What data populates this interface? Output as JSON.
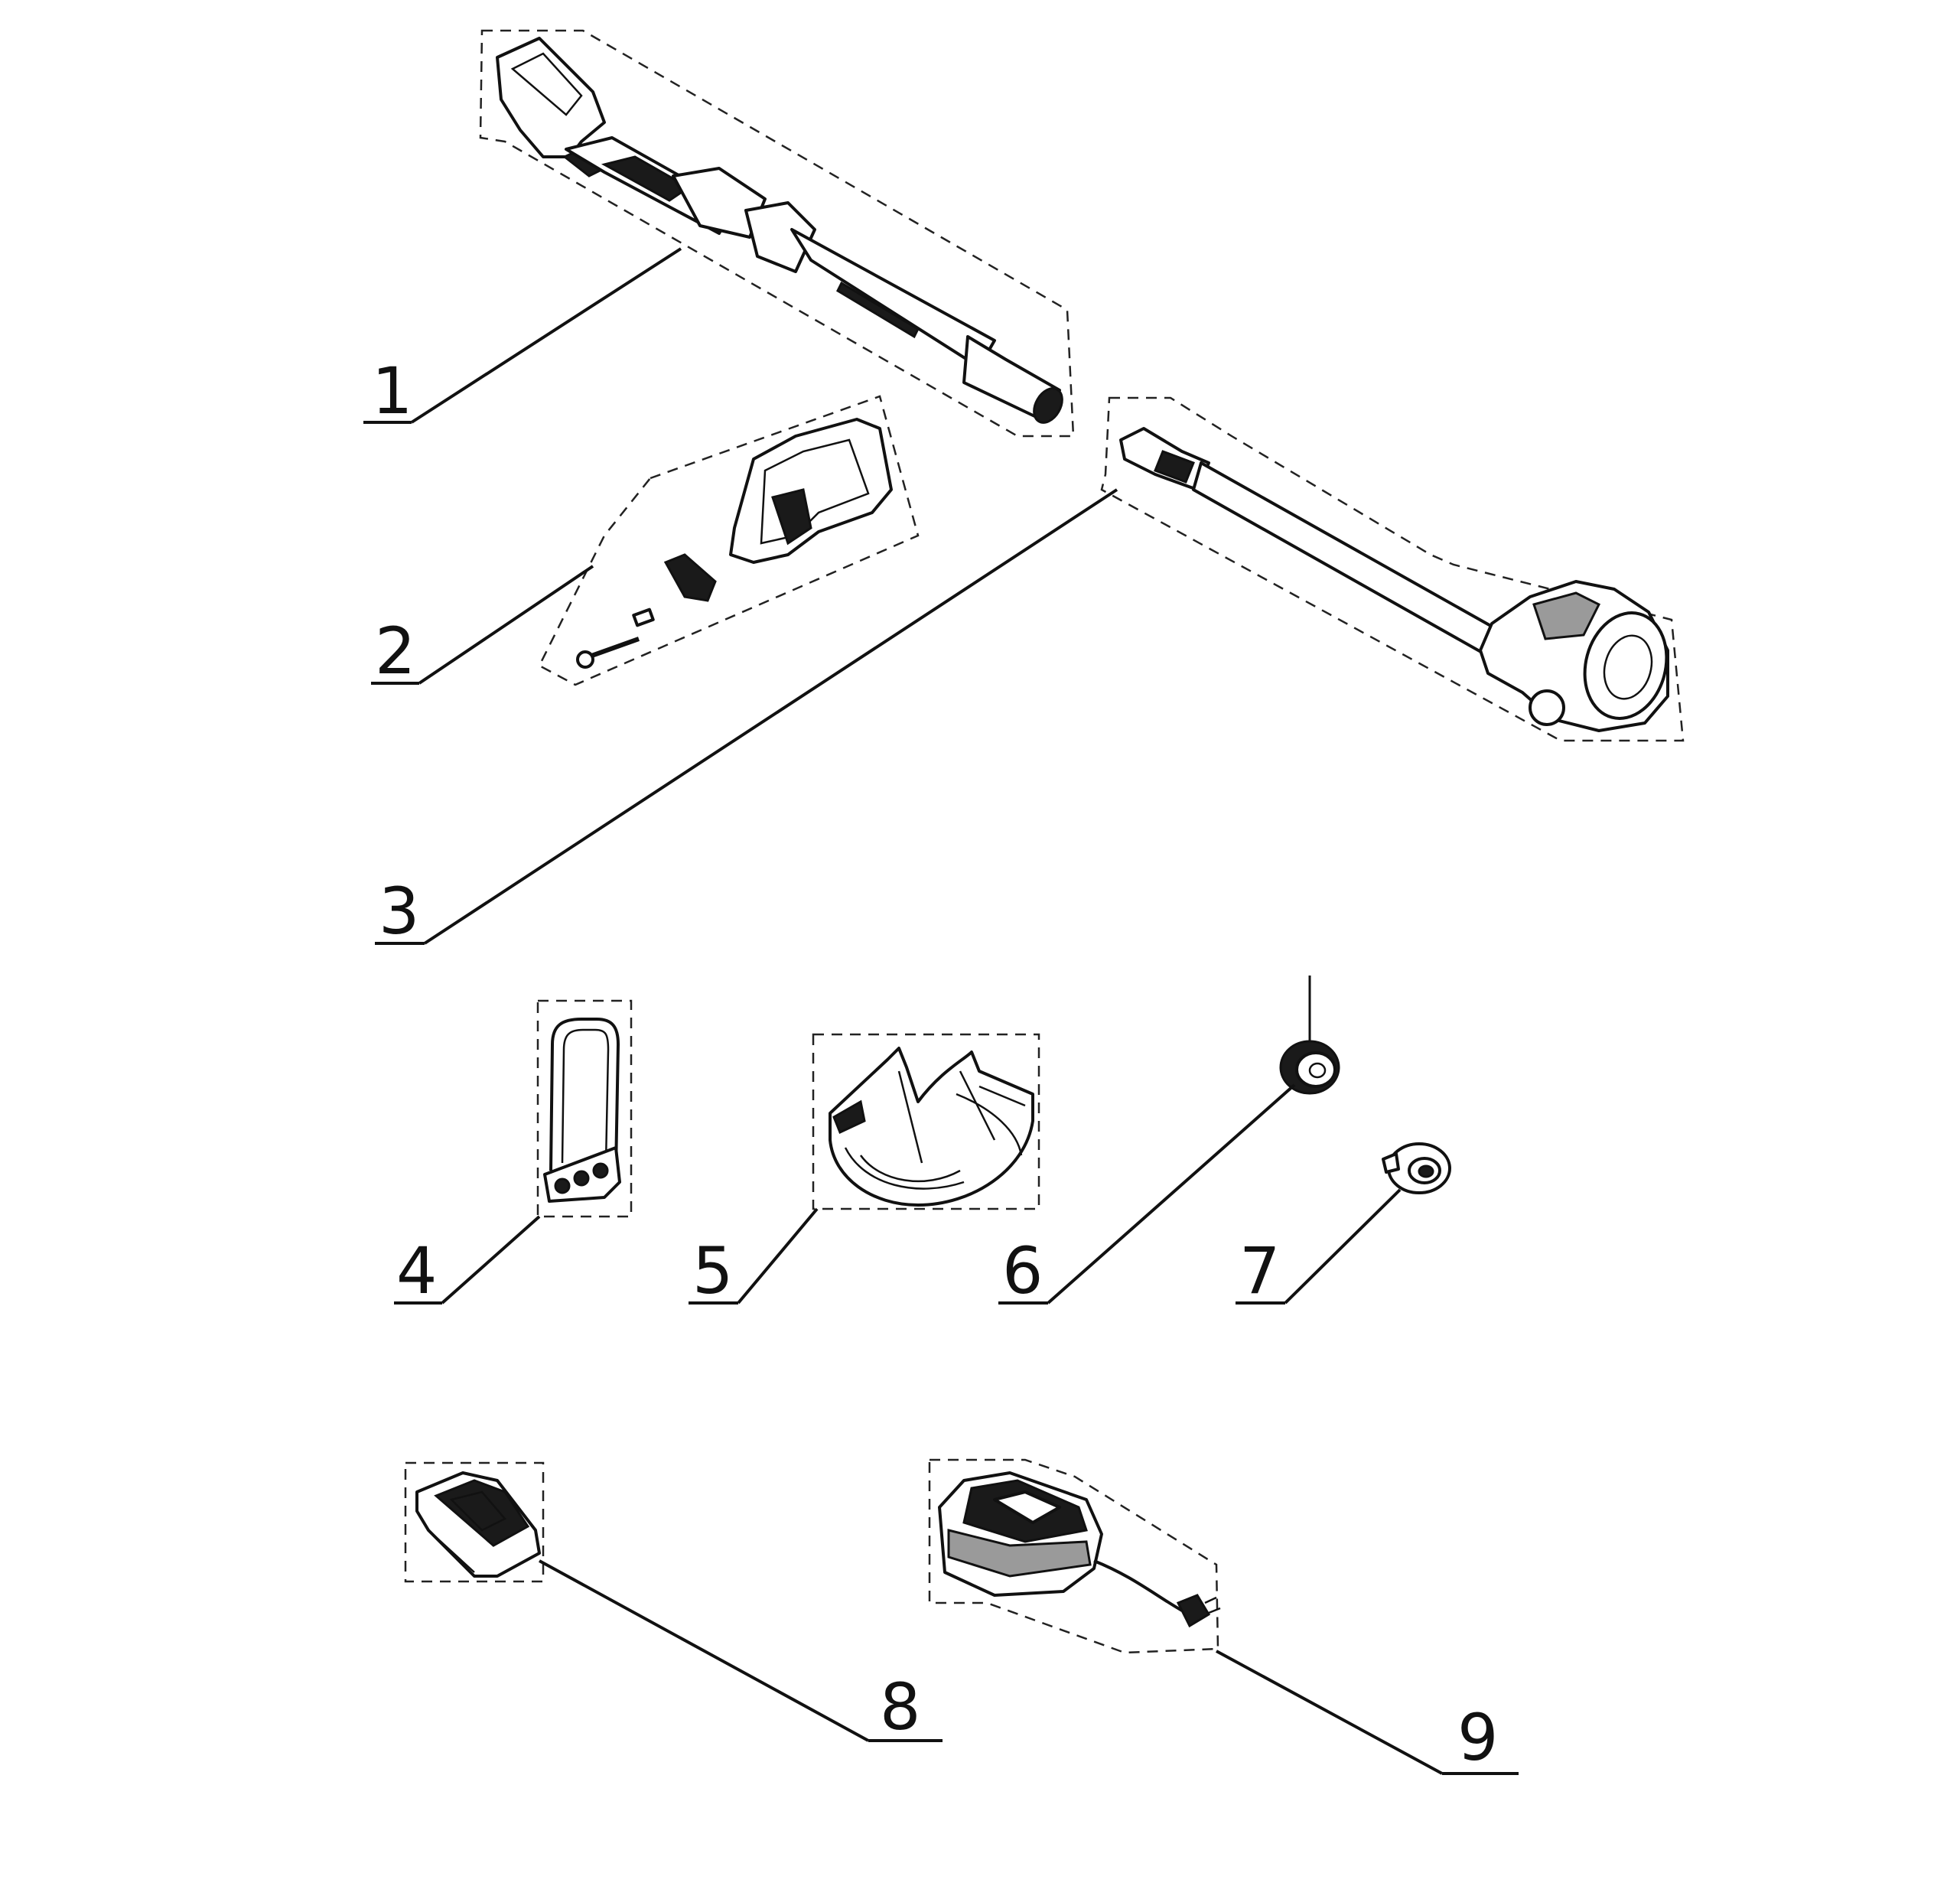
{
  "diagram": {
    "parts": [
      {
        "id": "1",
        "label": "1"
      },
      {
        "id": "2",
        "label": "2"
      },
      {
        "id": "3",
        "label": "3"
      },
      {
        "id": "4",
        "label": "4"
      },
      {
        "id": "5",
        "label": "5"
      },
      {
        "id": "6",
        "label": "6"
      },
      {
        "id": "7",
        "label": "7"
      },
      {
        "id": "8",
        "label": "8"
      },
      {
        "id": "9",
        "label": "9"
      }
    ]
  }
}
